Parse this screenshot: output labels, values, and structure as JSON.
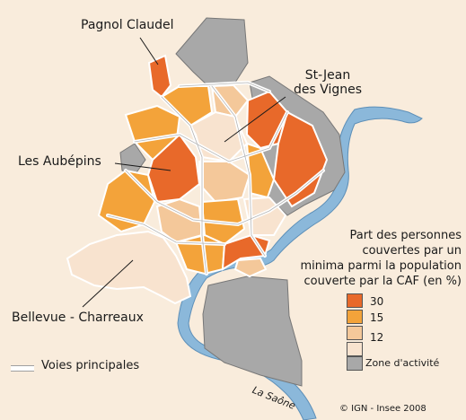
{
  "map": {
    "labels": {
      "pagnol": "Pagnol Claudel",
      "stjean_1": "St-Jean",
      "stjean_2": "des Vignes",
      "aubepins": "Les Aubépins",
      "bellevue": "Bellevue - Charreaux",
      "saone": "La Saône"
    },
    "colors": {
      "class_30": "#e8692a",
      "class_15": "#f3a33a",
      "class_12": "#f4c89a",
      "class_low": "#f8e3cf",
      "activity_zone": "#a8a8a8",
      "river": "#8bb8da",
      "background": "#f9ecdc"
    }
  },
  "legend": {
    "title_1": "Part des personnes",
    "title_2": "couvertes par un",
    "title_3": "minima parmi la population",
    "title_4": "couverte par la CAF (en %)",
    "items": [
      {
        "value": "30",
        "color": "#e8692a"
      },
      {
        "value": "15",
        "color": "#f3a33a"
      },
      {
        "value": "12",
        "color": "#f4c89a"
      }
    ],
    "zone_label": "Zone d'activité",
    "roads_label": "Voies principales"
  },
  "credit": "© IGN - Insee 2008"
}
